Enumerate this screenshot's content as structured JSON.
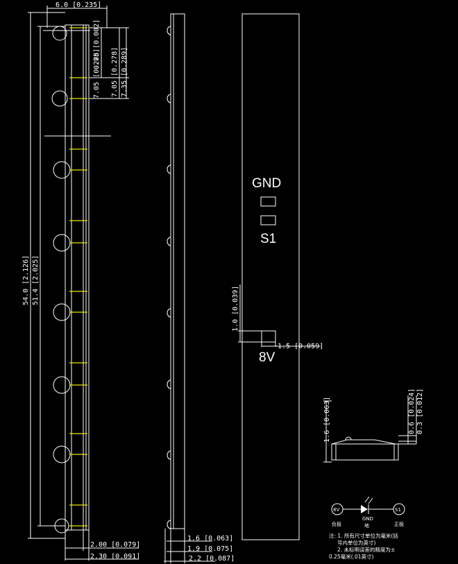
{
  "front_view": {
    "dims": {
      "width": "6.0 [0.235]",
      "gap": "0.05 [0.002]",
      "pitch1": "7.05 [0.278]",
      "pitch2": "7.35 [0.289]",
      "total_length": "54.0 [2.126]",
      "inner_length": "51.4 [2.025]",
      "bottom1": "2.00 [0.079]",
      "bottom2": "2.30 [0.091]"
    }
  },
  "side_view": {
    "dims": {
      "t1": "1.6 [0.063]",
      "t2": "1.9 [0.075]",
      "t3": "2.2 [0.087]"
    }
  },
  "back_view": {
    "labels": {
      "gnd": "GND",
      "s1": "S1",
      "v8": "8V"
    },
    "dims": {
      "pad_height": "1.0 [0.039]",
      "pad_width": "1.5 [0.059]"
    }
  },
  "detail_view": {
    "dims": {
      "height": "1.6 [0.063]",
      "d1": "0.6 [0.024]",
      "d2": "0.3 [0.012]"
    }
  },
  "schematic": {
    "node_8v": "8V",
    "node_s1": "S1",
    "gnd": "GND",
    "label_neg": "负极",
    "label_gnd": "地",
    "label_pos": "正极",
    "note_line1": "注: 1. 所有尺寸单位为毫米(括",
    "note_line2": "号内单位为英寸)",
    "note_line3": "2. 未标明误差的精度为±",
    "note_line4": "0.25毫米(.01英寸)"
  }
}
